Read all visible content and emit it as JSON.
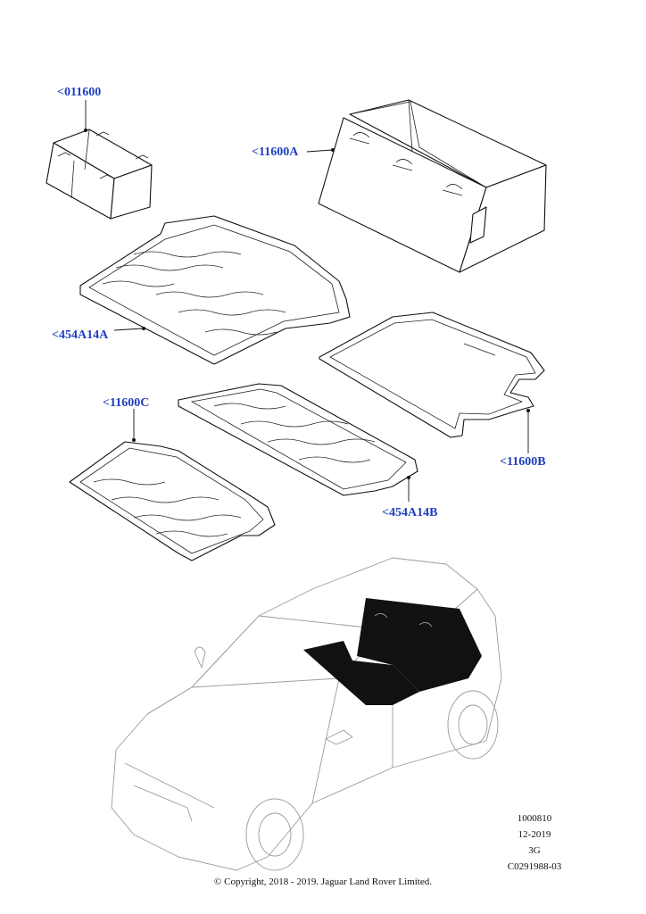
{
  "callouts": {
    "c1": "<011600",
    "c2": "<11600A",
    "c3": "<454A14A",
    "c4": "<11600C",
    "c5": "<11600B",
    "c6": "<454A14B"
  },
  "meta": {
    "ref1": "1000810",
    "date": "12-2019",
    "code": "3G",
    "ref2": "C0291988-03"
  },
  "copyright": "© Copyright, 2018 - 2019. Jaguar Land Rover Limited.",
  "colors": {
    "callout": "#1f3fbf",
    "line": "#111111",
    "vehicle": "#9a9a9a"
  }
}
